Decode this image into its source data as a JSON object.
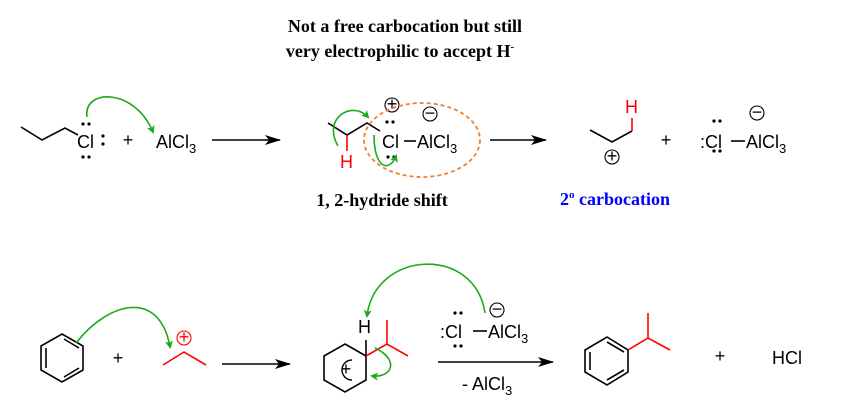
{
  "title": {
    "line1": "Not a free carbocation but still",
    "line2": "very electrophilic to accept H",
    "line2_sup": "-"
  },
  "labels": {
    "hydride_shift": "1, 2-hydride shift",
    "carbocation_number": "2",
    "carbocation_degree": "o",
    "carbocation_text": " carbocation"
  },
  "atoms": {
    "cl": "Cl",
    "alcl": "AlCl",
    "sub3": "3",
    "h": "H",
    "plus": "+",
    "charge_plus": "+",
    "charge_minus": "−",
    "dash": "–",
    "colon": ":",
    "minus_alcl": "- AlCl",
    "hcl": "HCl"
  },
  "colors": {
    "arrow": "#1aaa1a",
    "highlight": "#ff0000",
    "ellipse": "#f08030",
    "label_blue": "#0000ff"
  }
}
